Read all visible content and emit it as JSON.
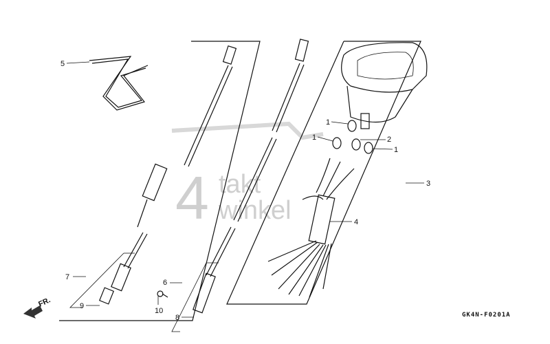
{
  "diagram": {
    "callouts": [
      {
        "id": "5",
        "part": "wire-clip"
      },
      {
        "id": "1",
        "part": "bulb-top"
      },
      {
        "id": "1",
        "part": "bulb-left"
      },
      {
        "id": "2",
        "part": "bulb-socket"
      },
      {
        "id": "1",
        "part": "bulb-right"
      },
      {
        "id": "3",
        "part": "speedometer-assembly"
      },
      {
        "id": "4",
        "part": "wire-harness"
      },
      {
        "id": "7",
        "part": "speedometer-cable"
      },
      {
        "id": "9",
        "part": "cable-end-left"
      },
      {
        "id": "6",
        "part": "tachometer-cable"
      },
      {
        "id": "10",
        "part": "screw"
      },
      {
        "id": "8",
        "part": "cable-end-right"
      }
    ],
    "direction_label": "FR.",
    "drawing_code": "GK4N-F0201A",
    "watermark": {
      "number": "4",
      "line1": "takt",
      "line2": "winkel",
      "color": "#cfcfcf"
    }
  }
}
